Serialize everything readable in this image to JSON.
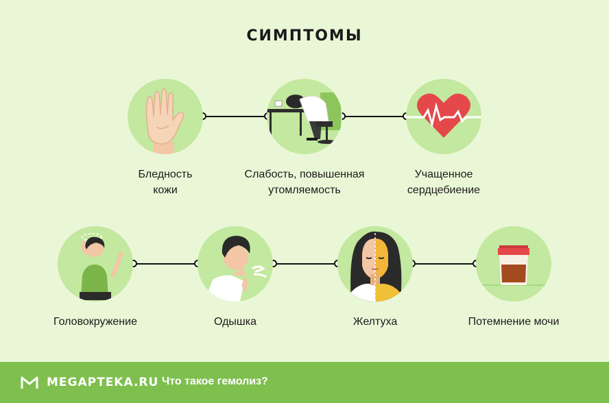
{
  "title": "СИМПТОМЫ",
  "symptoms_row1": [
    {
      "line1": "Бледность",
      "line2": "кожи",
      "icon": "pale-hand-icon"
    },
    {
      "line1": "Слабость, повышенная",
      "line2": "утомляемость",
      "icon": "tired-person-icon"
    },
    {
      "line1": "Учащенное",
      "line2": "сердцебиение",
      "icon": "heartbeat-icon"
    }
  ],
  "symptoms_row2": [
    {
      "label": "Головокружение",
      "icon": "dizzy-woman-icon"
    },
    {
      "label": "Одышка",
      "icon": "breathless-man-icon"
    },
    {
      "label": "Желтуха",
      "icon": "jaundice-face-icon"
    },
    {
      "label": "Потемнение мочи",
      "icon": "urine-container-icon"
    }
  ],
  "footer": {
    "brand": "MEGAPTEKA.RU",
    "article_title": "Что такое гемолиз?",
    "brand_color": "#7fbf4e"
  }
}
